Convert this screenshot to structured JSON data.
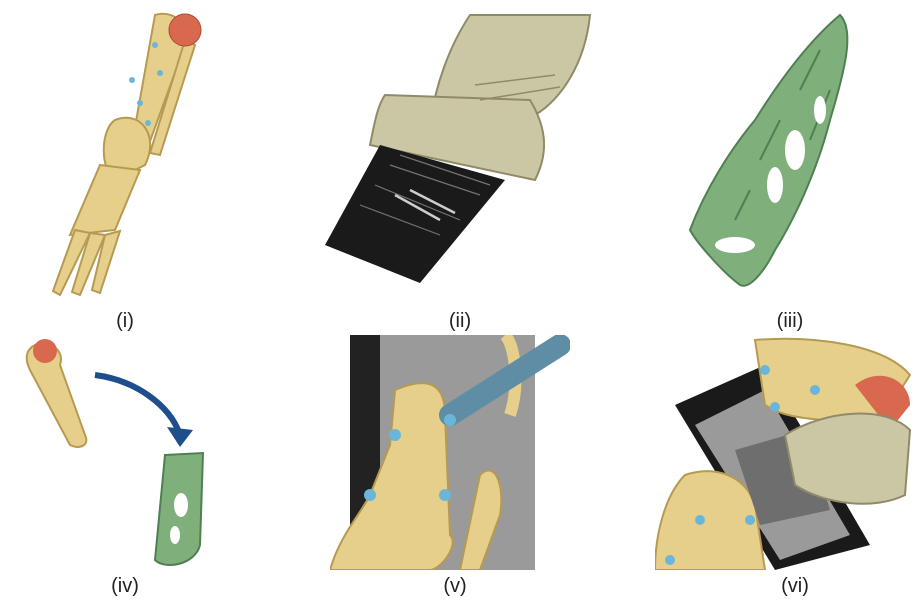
{
  "figure": {
    "panels": [
      {
        "id": "i",
        "label": "(i)",
        "content": "bone-model"
      },
      {
        "id": "ii",
        "label": "(ii)",
        "content": "ultrasound-probe-with-image"
      },
      {
        "id": "iii",
        "label": "(iii)",
        "content": "segmented-surface"
      },
      {
        "id": "iv",
        "label": "(iv)",
        "content": "registration-arrow"
      },
      {
        "id": "v",
        "label": "(v)",
        "content": "pointer-on-bone"
      },
      {
        "id": "vi",
        "label": "(vi)",
        "content": "probe-over-bone"
      }
    ]
  },
  "colors": {
    "bone": "#e6cf8a",
    "bone_shadow": "#b79a52",
    "cartilage": "#d8694e",
    "surface": "#7fb07c",
    "surface_dark": "#4f7f52",
    "probe": "#cbc6a4",
    "probe_dark": "#8f8a6a",
    "marker": "#6ab6da",
    "arrow": "#1f4e8c",
    "pointer": "#5e8da5",
    "ct_gray": "#9a9a9a",
    "us_dark": "#1a1a1a"
  }
}
